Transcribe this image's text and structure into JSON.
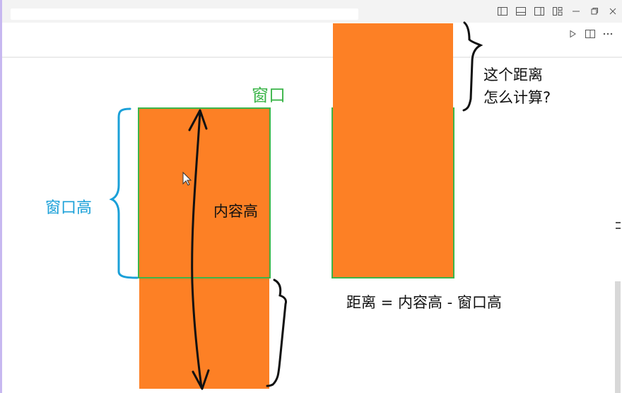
{
  "labels": {
    "window": "窗口",
    "window_height": "窗口高",
    "content_height": "内容高",
    "question_line1": "这个距离",
    "question_line2": "怎么计算?",
    "formula": "距离 = 内容高 - 窗口高"
  },
  "colors": {
    "content_fill": "#fd8025",
    "window_border": "#3cb54a",
    "brace_blue": "#1aa0d8",
    "ink": "#111111"
  },
  "titlebar": {
    "icons": [
      "toggle-primary-sidebar-icon",
      "toggle-panel-icon",
      "toggle-secondary-sidebar-icon",
      "customize-layout-icon",
      "minimize-icon",
      "restore-icon",
      "close-icon"
    ]
  },
  "editor_actions": {
    "icons": [
      "run-icon",
      "split-editor-icon",
      "more-actions-icon"
    ]
  }
}
